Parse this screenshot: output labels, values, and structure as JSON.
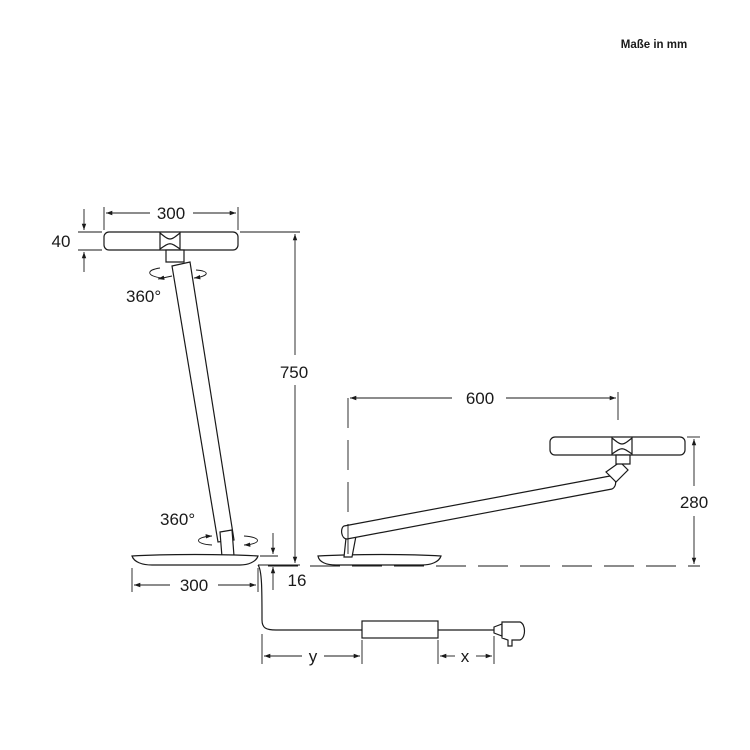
{
  "units_note": "Maße in mm",
  "dimensions": {
    "head_width": "300",
    "head_height": "40",
    "lamp_height": "750",
    "base_width": "300",
    "base_height": "16",
    "reach": "600",
    "reach_height": "280",
    "cable_y": "y",
    "cable_x": "x"
  },
  "rotations": {
    "head": "360°",
    "base": "360°"
  }
}
